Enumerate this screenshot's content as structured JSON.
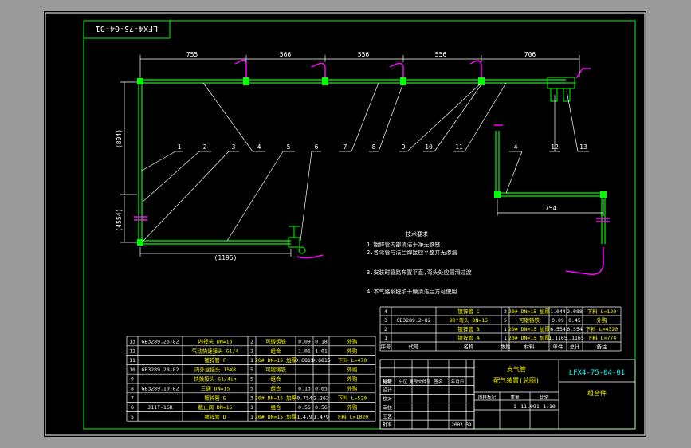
{
  "drawing": {
    "code_mirror": "LFX4-75-04-01",
    "code": "LFX4-75-04-01",
    "assembly_label": "组合件"
  },
  "dimensions": {
    "top": [
      "755",
      "566",
      "556",
      "556",
      "706"
    ],
    "left_vertical": "(804)",
    "left_lower": "(4554)",
    "bottom": "(1195)",
    "right": "754"
  },
  "balloons": [
    "1",
    "2",
    "3",
    "4",
    "5",
    "6",
    "7",
    "8",
    "9",
    "10",
    "11",
    "4",
    "12",
    "13"
  ],
  "notes": {
    "title": "技术要求",
    "lines": [
      "1.镀锌管内部清洁干净无铁锈;",
      "2.各弯管与法兰焊接应平整并无渗漏",
      "3.安装时管路布置平直,弯头处应圆滑过渡",
      "4.本气路系统须干燥清洁后方可使用"
    ]
  },
  "upper_table": {
    "rows": [
      {
        "no": "4",
        "code": "",
        "name": "镀锌管 C",
        "qty": "2",
        "material": "20# DN=15 加厚",
        "unit": "1.044",
        "total": "2.088",
        "note": "下料 L=120"
      },
      {
        "no": "3",
        "code": "GB3289.2-82",
        "name": "90°弯头 DN=15",
        "qty": "5",
        "material": "可锻铸铁",
        "unit": "0.09",
        "total": "0.45",
        "note": "外购"
      },
      {
        "no": "2",
        "code": "",
        "name": "镀锌管 B",
        "qty": "1",
        "material": "20# DN=15 加厚",
        "unit": "6.554",
        "total": "6.554",
        "note": "下料 L=4320"
      },
      {
        "no": "1",
        "code": "",
        "name": "镀锌管 A",
        "qty": "1",
        "material": "20# DN=15 加厚",
        "unit": "1.1165",
        "total": "1.1165",
        "note": "下料 L=774"
      }
    ],
    "header": {
      "no": "序号",
      "code": "代号",
      "name": "名称",
      "qty": "数量",
      "material": "材料",
      "unit": "单件",
      "total": "总计",
      "note": "备注"
    }
  },
  "lower_table": {
    "rows": [
      {
        "no": "13",
        "code": "GB3289.26-82",
        "name": "内接头 DN=15",
        "qty": "2",
        "material": "可锻铸铁",
        "unit": "0.09",
        "total": "0.18",
        "note": "外购"
      },
      {
        "no": "12",
        "code": "",
        "name": "气动快速接头 G1/4",
        "qty": "2",
        "material": "组合",
        "unit": "1.01",
        "total": "1.01",
        "note": "外购"
      },
      {
        "no": "11",
        "code": "",
        "name": "镀锌管 F",
        "qty": "1",
        "material": "20# DN=15 加厚",
        "unit": "0.6815",
        "total": "0.6815",
        "note": "下料 L=470"
      },
      {
        "no": "10",
        "code": "GB3289.28-82",
        "name": "内外丝接头 15X8",
        "qty": "5",
        "material": "可锻铸铁",
        "unit": "",
        "total": "",
        "note": "外购"
      },
      {
        "no": "9",
        "code": "",
        "name": "快换接头 G1/4in",
        "qty": "5",
        "material": "组合",
        "unit": "",
        "total": "",
        "note": "外购"
      },
      {
        "no": "8",
        "code": "GB3289.10-82",
        "name": "三通 DN=15",
        "qty": "5",
        "material": "组合",
        "unit": "0.13",
        "total": "0.65",
        "note": "外购"
      },
      {
        "no": "7",
        "code": "",
        "name": "镀锌管 E",
        "qty": "3",
        "material": "20# DN=15 加厚",
        "unit": "0.754",
        "total": "2.262",
        "note": "下料 L=520"
      },
      {
        "no": "6",
        "code": "J11T-16K",
        "name": "截止阀 DN=15",
        "qty": "1",
        "material": "组合",
        "unit": "0.56",
        "total": "0.56",
        "note": "外购"
      },
      {
        "no": "5",
        "code": "",
        "name": "镀锌管 D",
        "qty": "1",
        "material": "20# DN=15 加厚",
        "unit": "1.479",
        "total": "1.479",
        "note": "下料 L=1020"
      }
    ]
  },
  "title_block": {
    "name_line1": "支气管",
    "name_line2": "配气装置(总图)",
    "stage_label": "图样标记",
    "weight_label": "重量",
    "scale_label": "比例",
    "sheet_count": "1",
    "weight": "11.091",
    "scale": "1:10",
    "date": "2002.09",
    "left_labels": [
      "标记",
      "设计",
      "校对",
      "审核",
      "工艺",
      "批准"
    ],
    "mid_labels": [
      "处数",
      "分区",
      "更改文件号",
      "签名",
      "年月日"
    ]
  }
}
